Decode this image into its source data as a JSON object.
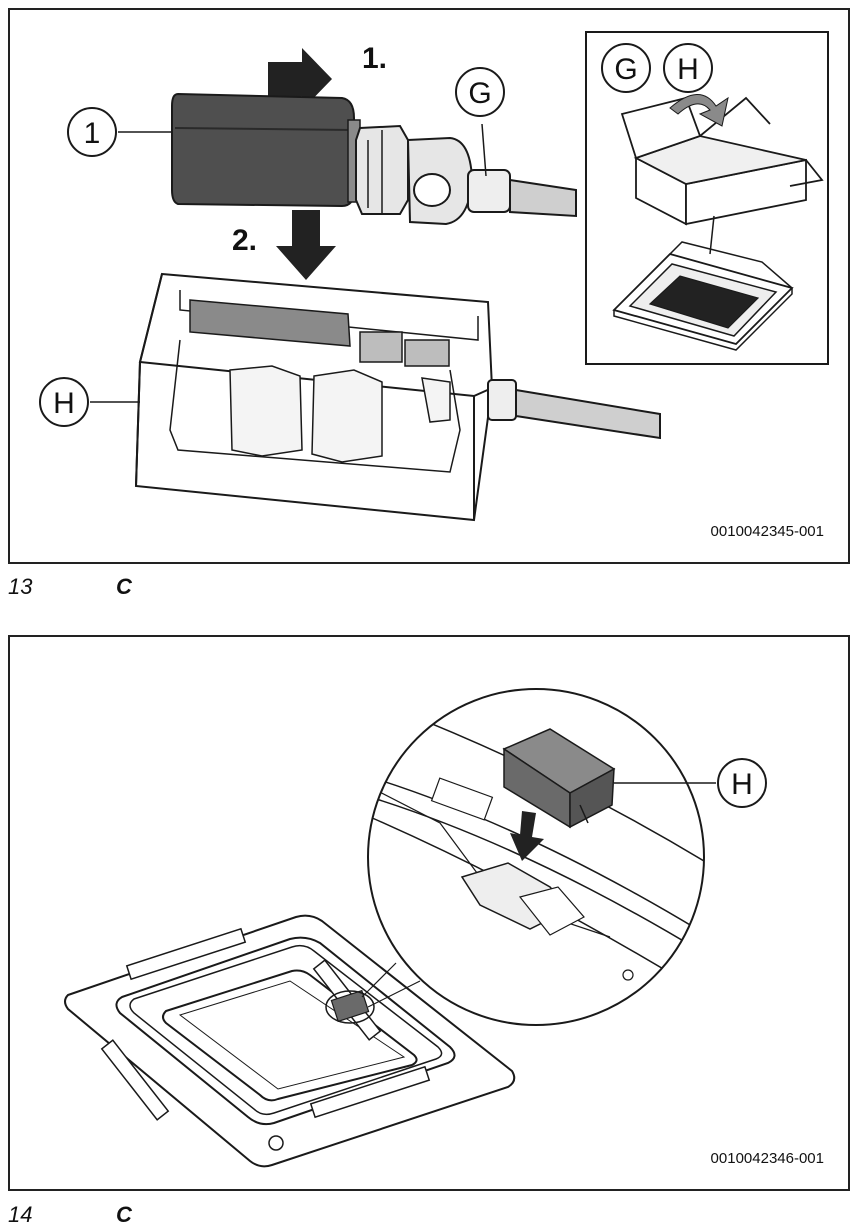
{
  "figure13": {
    "number": "13",
    "letter": "C",
    "code": "0010042345-001",
    "steps": {
      "step1": "1.",
      "step2": "2."
    },
    "callouts": {
      "c1": "1",
      "g": "G",
      "h": "H",
      "g_inset": "G",
      "h_inset": "H"
    }
  },
  "figure14": {
    "number": "14",
    "letter": "C",
    "code": "0010042346-001",
    "callouts": {
      "h": "H"
    }
  },
  "colors": {
    "line": "#1a1a1a",
    "dark_part": "#4a4a4a",
    "mid_part": "#7a7a7a",
    "light_fill": "#f4f4f4"
  }
}
